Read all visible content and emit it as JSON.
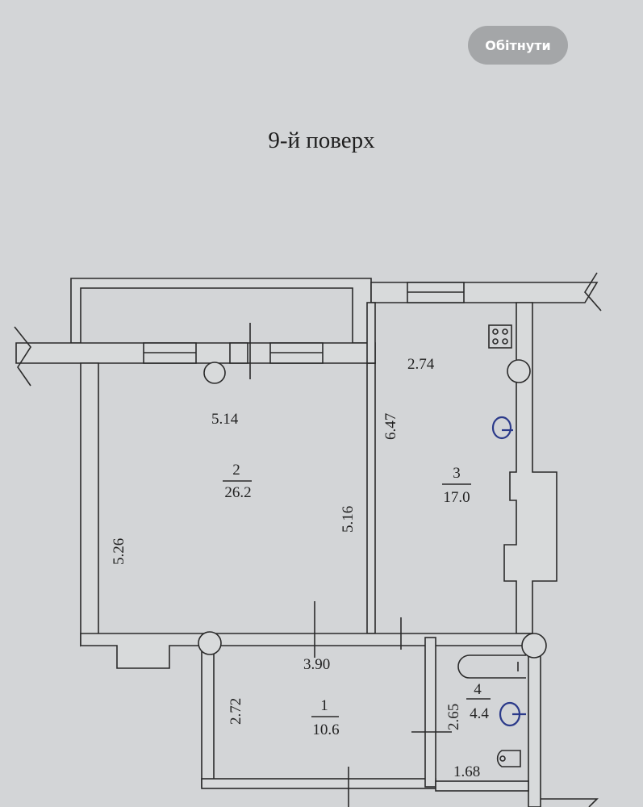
{
  "toolbar": {
    "crop_label": "Обітнути"
  },
  "plan": {
    "title": "9-й поверх",
    "rooms": [
      {
        "number": "1",
        "area": "10.6"
      },
      {
        "number": "2",
        "area": "26.2"
      },
      {
        "number": "3",
        "area": "17.0"
      },
      {
        "number": "4",
        "area": "4.4"
      }
    ],
    "dimensions": {
      "room2_width": "5.14",
      "room2_right": "5.16",
      "room2_left": "5.26",
      "room3_width": "2.74",
      "room3_left": "6.47",
      "room1_width": "3.90",
      "room1_left": "2.72",
      "room4_left": "2.65",
      "room4_width": "1.68"
    }
  }
}
